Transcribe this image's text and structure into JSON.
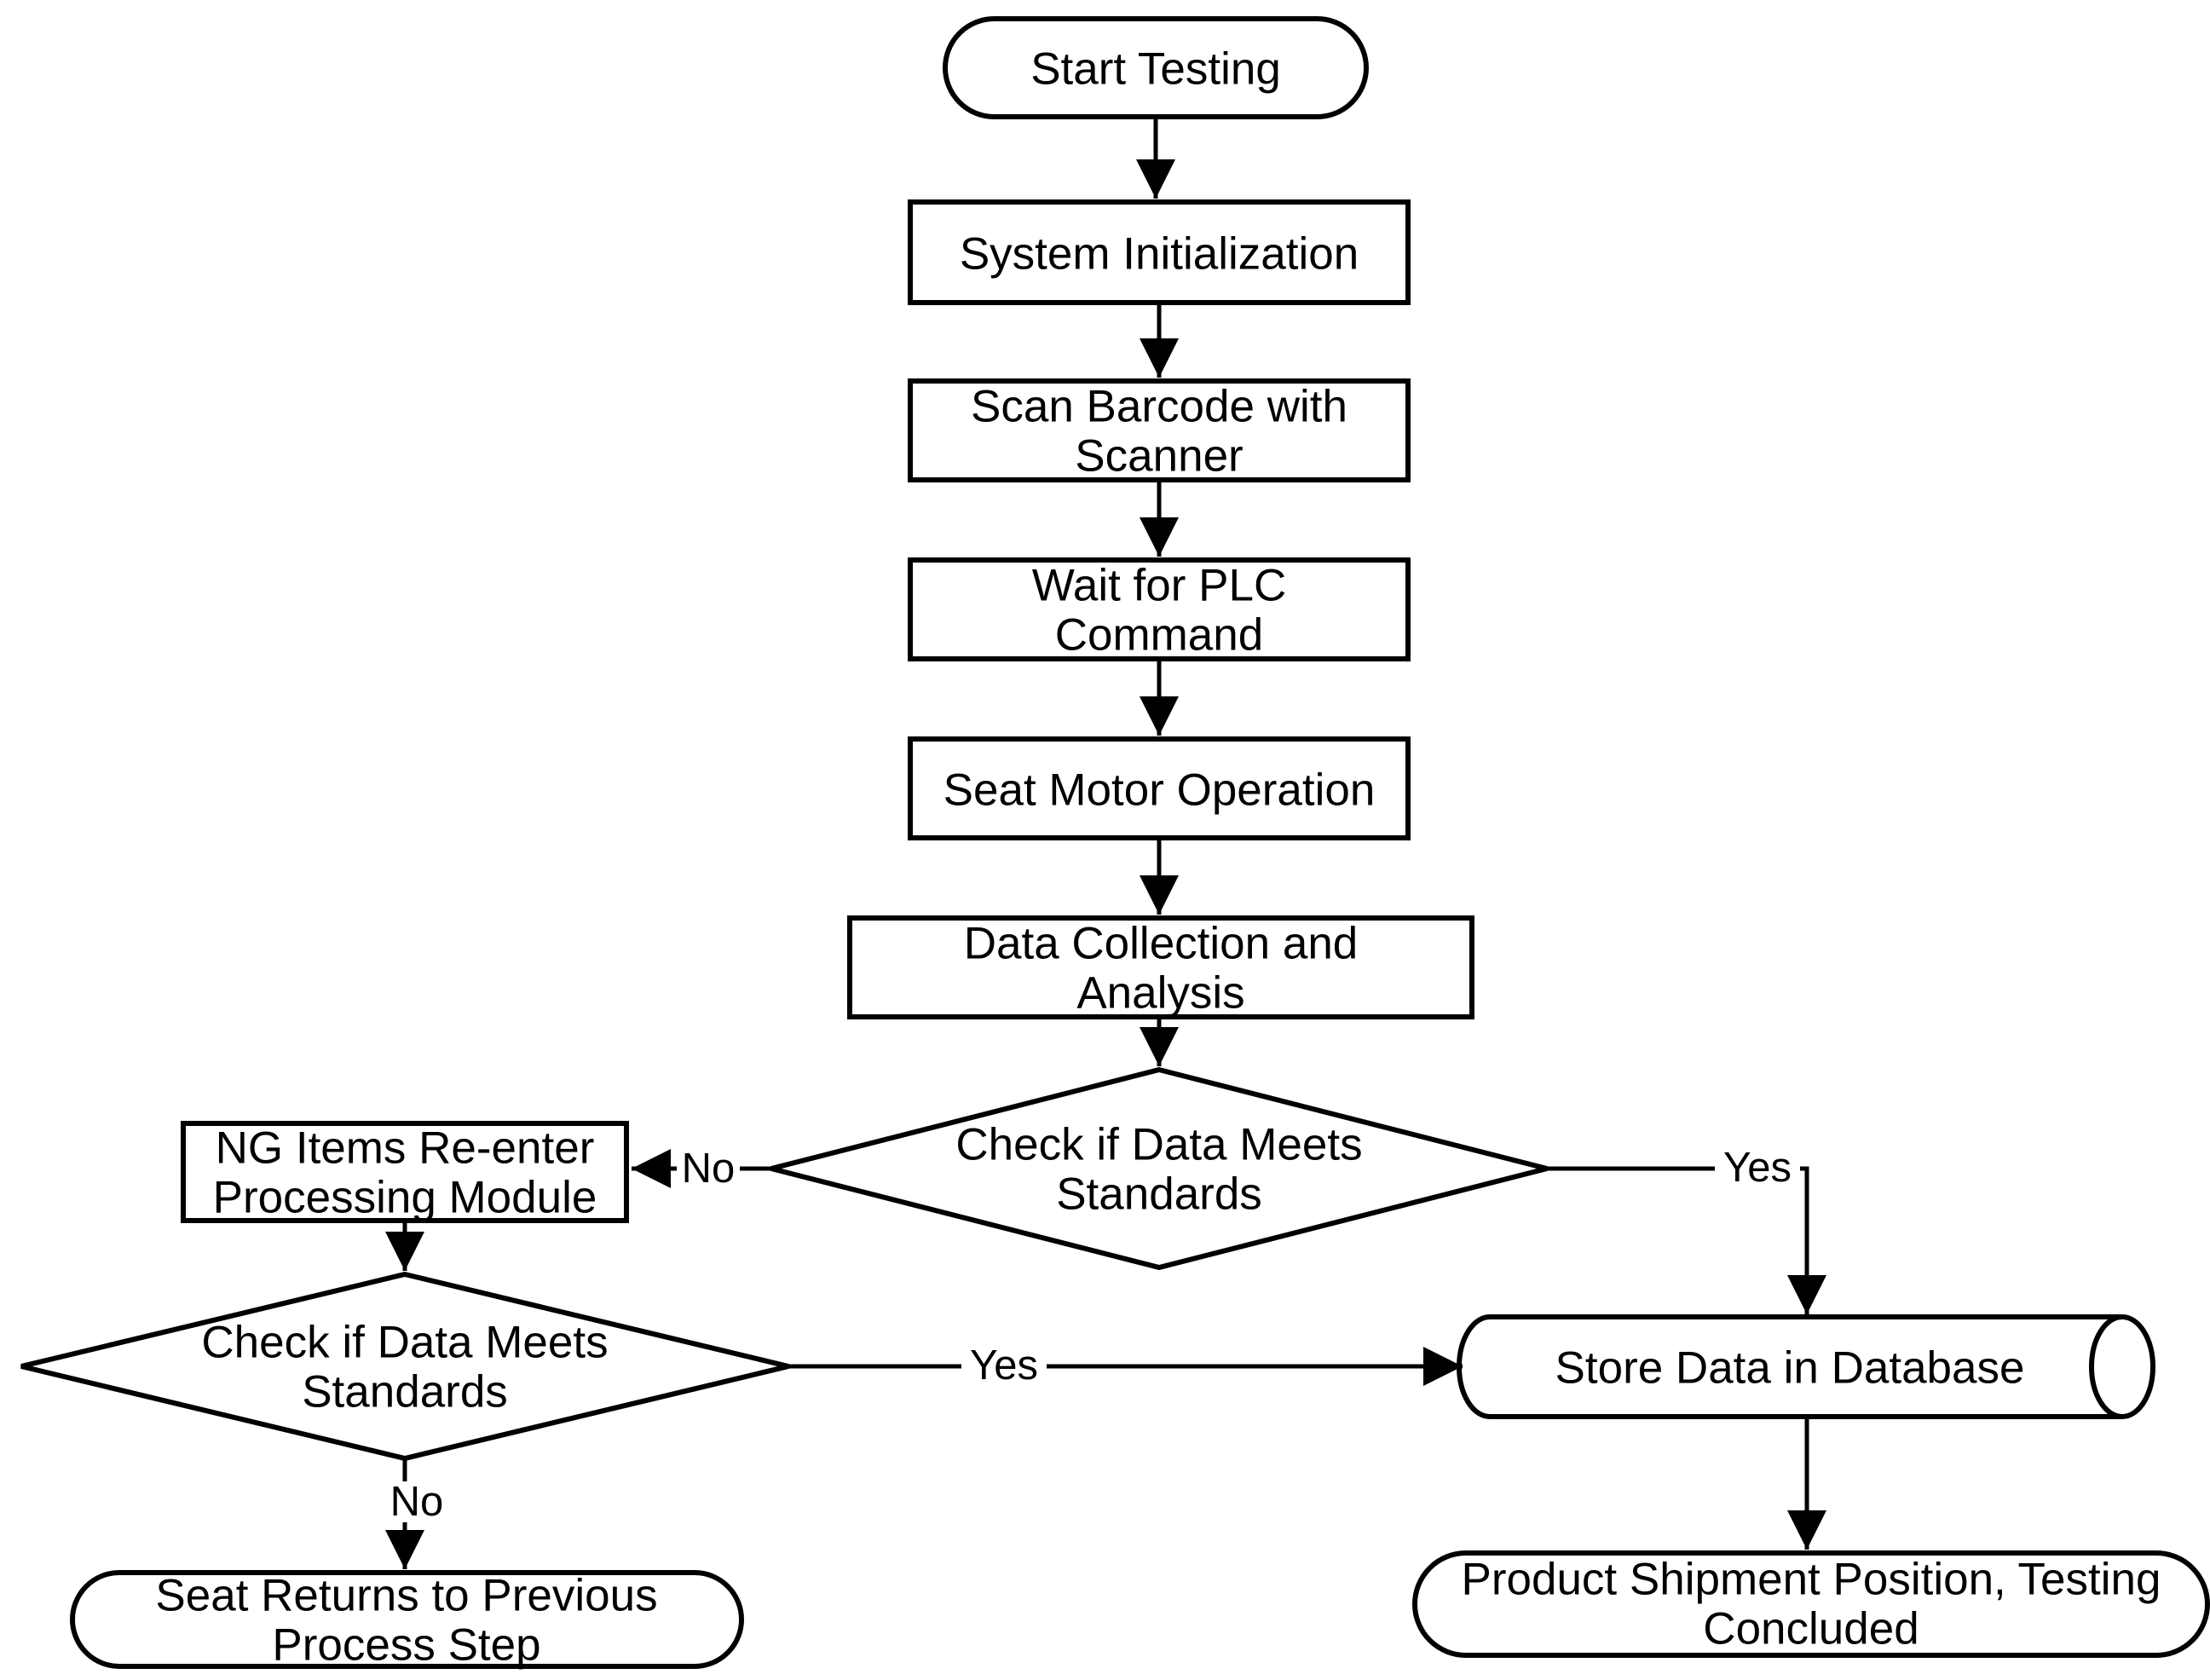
{
  "diagram": {
    "type": "flowchart",
    "colors": {
      "stroke": "#000000",
      "fill": "#ffffff",
      "background": "#ffffff"
    },
    "nodes": {
      "start": {
        "shape": "terminator",
        "lines": [
          "Start Testing"
        ]
      },
      "system_initialization": {
        "shape": "process",
        "lines": [
          "System Initialization"
        ]
      },
      "scan_barcode": {
        "shape": "process",
        "lines": [
          "Scan Barcode with",
          "Scanner"
        ]
      },
      "wait_for_plc": {
        "shape": "process",
        "lines": [
          "Wait for PLC",
          "Command"
        ]
      },
      "seat_motor": {
        "shape": "process",
        "lines": [
          "Seat Motor Operation"
        ]
      },
      "data_collection": {
        "shape": "process",
        "lines": [
          "Data Collection and",
          "Analysis"
        ]
      },
      "check_standards_1": {
        "shape": "decision",
        "lines": [
          "Check if Data Meets",
          "Standards"
        ]
      },
      "ng_reenter": {
        "shape": "process",
        "lines": [
          "NG Items Re-enter",
          "Processing Module"
        ]
      },
      "check_standards_2": {
        "shape": "decision",
        "lines": [
          "Check if Data Meets",
          "Standards"
        ]
      },
      "store_database": {
        "shape": "database-cylinder",
        "lines": [
          "Store Data in Database"
        ]
      },
      "seat_returns": {
        "shape": "terminator",
        "lines": [
          "Seat Returns to Previous",
          "Process Step"
        ]
      },
      "shipment_concluded": {
        "shape": "terminator",
        "lines": [
          "Product Shipment Position, Testing",
          "Concluded"
        ]
      }
    },
    "edge_labels": {
      "check1_no": "No",
      "check1_yes": "Yes",
      "check2_yes": "Yes",
      "check2_no": "No"
    }
  }
}
